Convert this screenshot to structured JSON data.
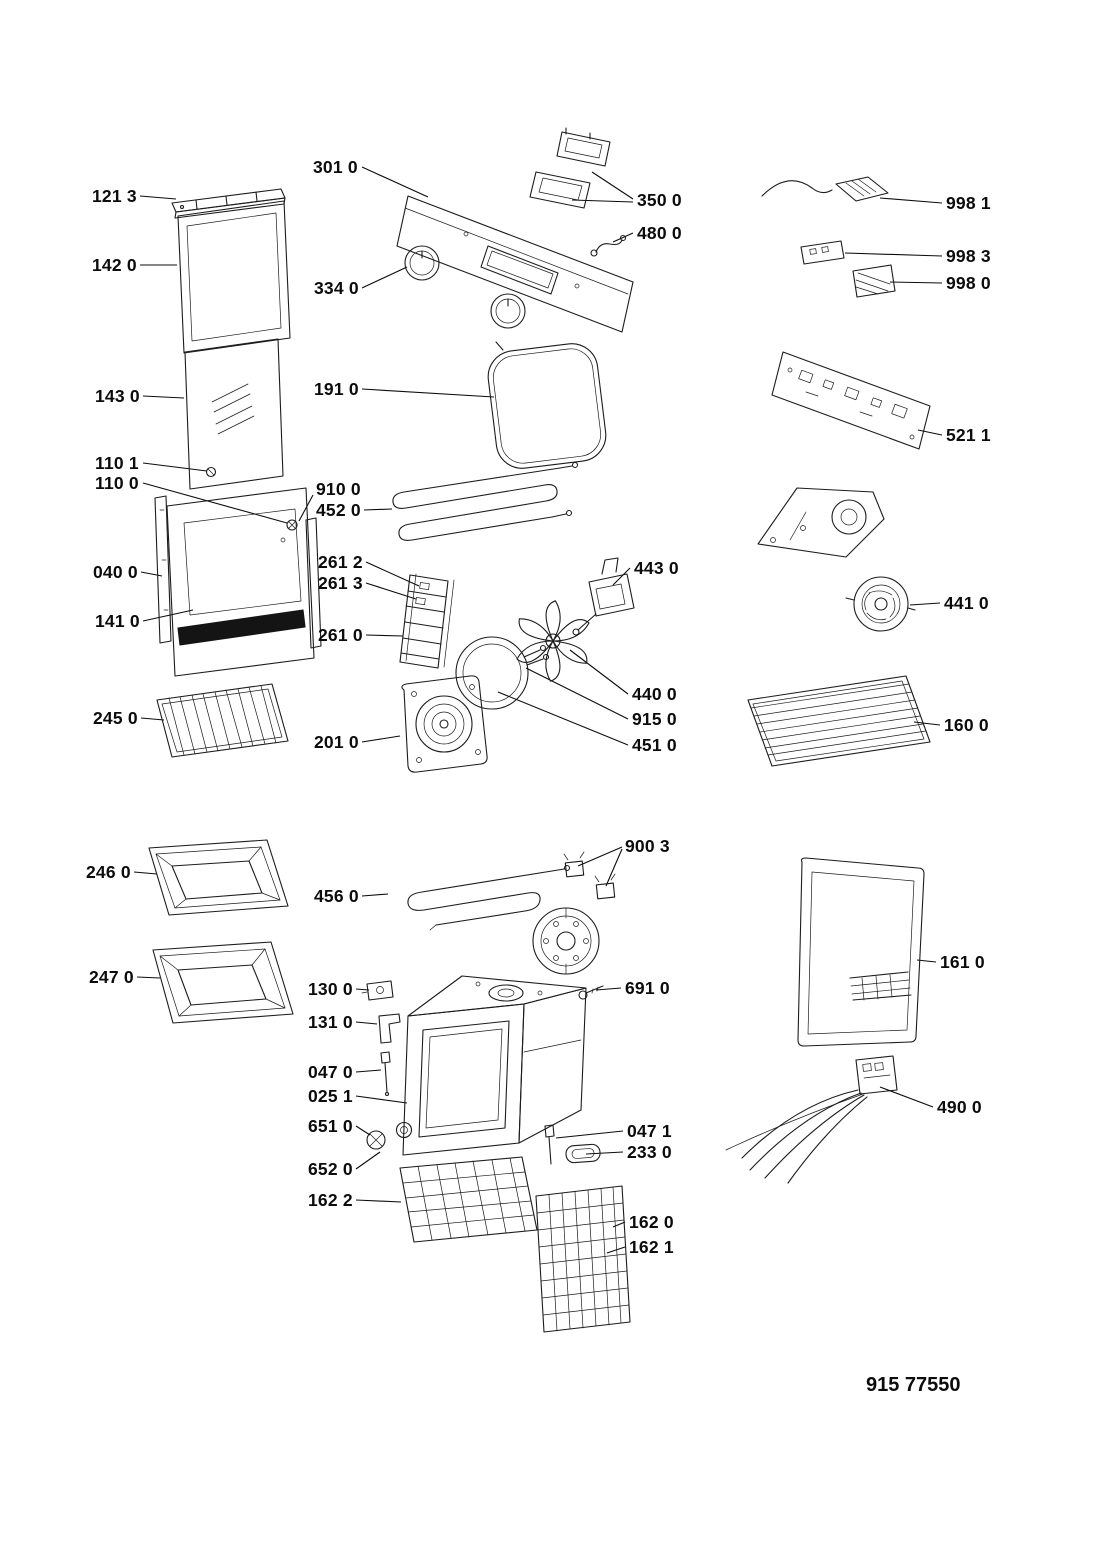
{
  "diagram": {
    "footer_code": "915 77550",
    "labels": [
      "121 3",
      "142 0",
      "143 0",
      "110 1",
      "110 0",
      "040 0",
      "141 0",
      "245 0",
      "246 0",
      "247 0",
      "301 0",
      "334 0",
      "191 0",
      "910 0",
      "452 0",
      "261 2",
      "261 3",
      "261 0",
      "201 0",
      "456 0",
      "130 0",
      "131 0",
      "047 0",
      "025 1",
      "651 0",
      "652 0",
      "162 2",
      "350 0",
      "480 0",
      "443 0",
      "440 0",
      "915 0",
      "451 0",
      "900 3",
      "691 0",
      "047 1",
      "233 0",
      "162 0",
      "162 1",
      "998 1",
      "998 3",
      "998 0",
      "521 1",
      "441 0",
      "160 0",
      "161 0",
      "490 0"
    ]
  }
}
